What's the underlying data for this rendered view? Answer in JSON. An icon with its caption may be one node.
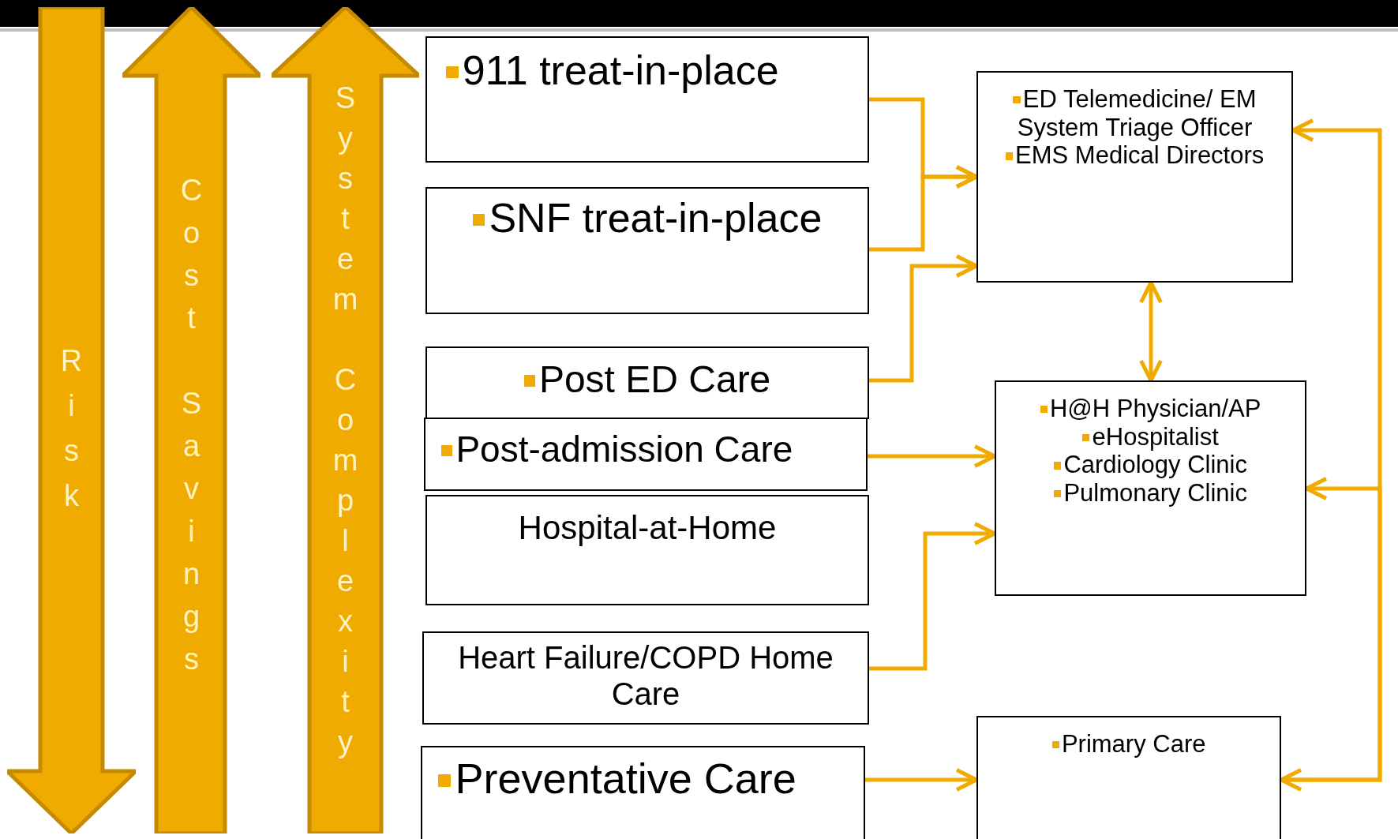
{
  "diagram": {
    "nodes": [
      {
        "text": [
          "Risk"
        ]
      },
      {
        "text": [
          "Cost Savings"
        ]
      },
      {
        "text": [
          "System Complexity"
        ]
      },
      {
        "text": [
          "911 treat-in-place"
        ]
      },
      {
        "text": [
          "SNF treat-in-place"
        ]
      },
      {
        "text": [
          "Post ED Care"
        ]
      },
      {
        "text": [
          "Post-admission Care"
        ]
      },
      {
        "text": [
          "Hospital-at-Home"
        ]
      },
      {
        "text": [
          "Heart Failure/COPD Home Care"
        ]
      },
      {
        "text": [
          "Preventative Care"
        ]
      },
      {
        "text": [
          "ED Telemedicine/ EM System Triage Officer",
          "EMS Medical Directors"
        ]
      },
      {
        "text": [
          "H@H Physician/AP",
          "eHospitalist",
          "Cardiology Clinic",
          "Pulmonary Clinic"
        ]
      },
      {
        "text": [
          "Primary Care"
        ]
      }
    ],
    "edges": [
      {
        "from": 3,
        "to": 10,
        "arrow": "to"
      },
      {
        "from": 4,
        "to": 10,
        "arrow": "to"
      },
      {
        "from": 5,
        "to": 10,
        "arrow": "to"
      },
      {
        "from": 6,
        "to": 11,
        "arrow": "to"
      },
      {
        "from": 8,
        "to": 11,
        "arrow": "to"
      },
      {
        "from": 9,
        "to": 12,
        "arrow": "to"
      },
      {
        "from": 10,
        "to": 11,
        "arrow": "both"
      },
      {
        "from": 10,
        "to": 12,
        "arrow": "both"
      },
      {
        "from": 12,
        "to": 11,
        "arrow": "to"
      }
    ]
  }
}
